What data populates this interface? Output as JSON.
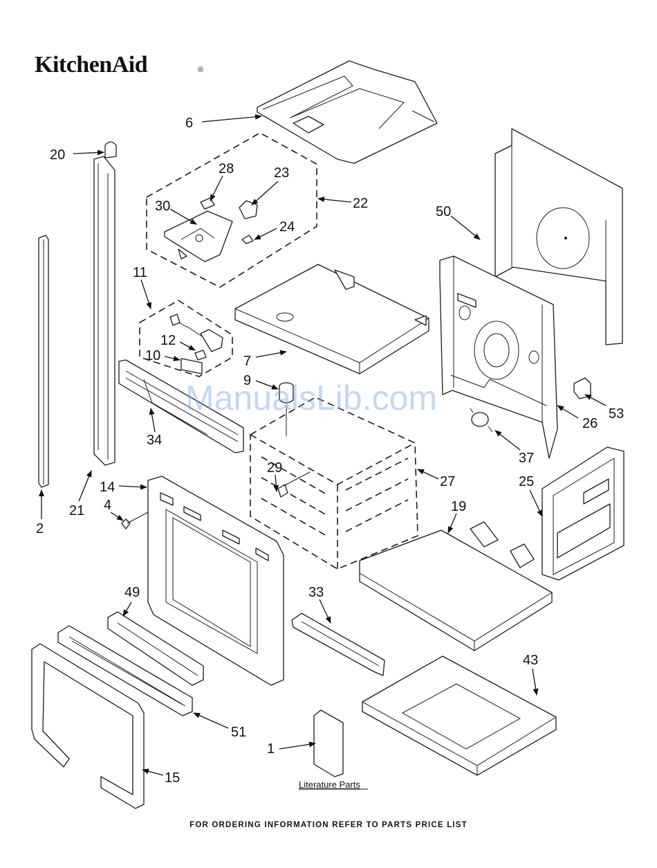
{
  "brand": {
    "logo_text": "KitchenAid",
    "registered_mark": "®"
  },
  "watermark": "ManualsLib.com",
  "callouts": {
    "c1": "1",
    "c2": "2",
    "c4": "4",
    "c6": "6",
    "c7": "7",
    "c9": "9",
    "c10": "10",
    "c11": "11",
    "c12": "12",
    "c14": "14",
    "c15": "15",
    "c19": "19",
    "c20": "20",
    "c21": "21",
    "c22": "22",
    "c23": "23",
    "c24": "24",
    "c25": "25",
    "c26": "26",
    "c27": "27",
    "c28": "28",
    "c29": "29",
    "c30": "30",
    "c33": "33",
    "c34": "34",
    "c37": "37",
    "c43": "43",
    "c49": "49",
    "c50": "50",
    "c51": "51",
    "c53": "53"
  },
  "literature_caption": "Literature Parts",
  "footer_note": "FOR ORDERING INFORMATION REFER TO PARTS PRICE LIST"
}
